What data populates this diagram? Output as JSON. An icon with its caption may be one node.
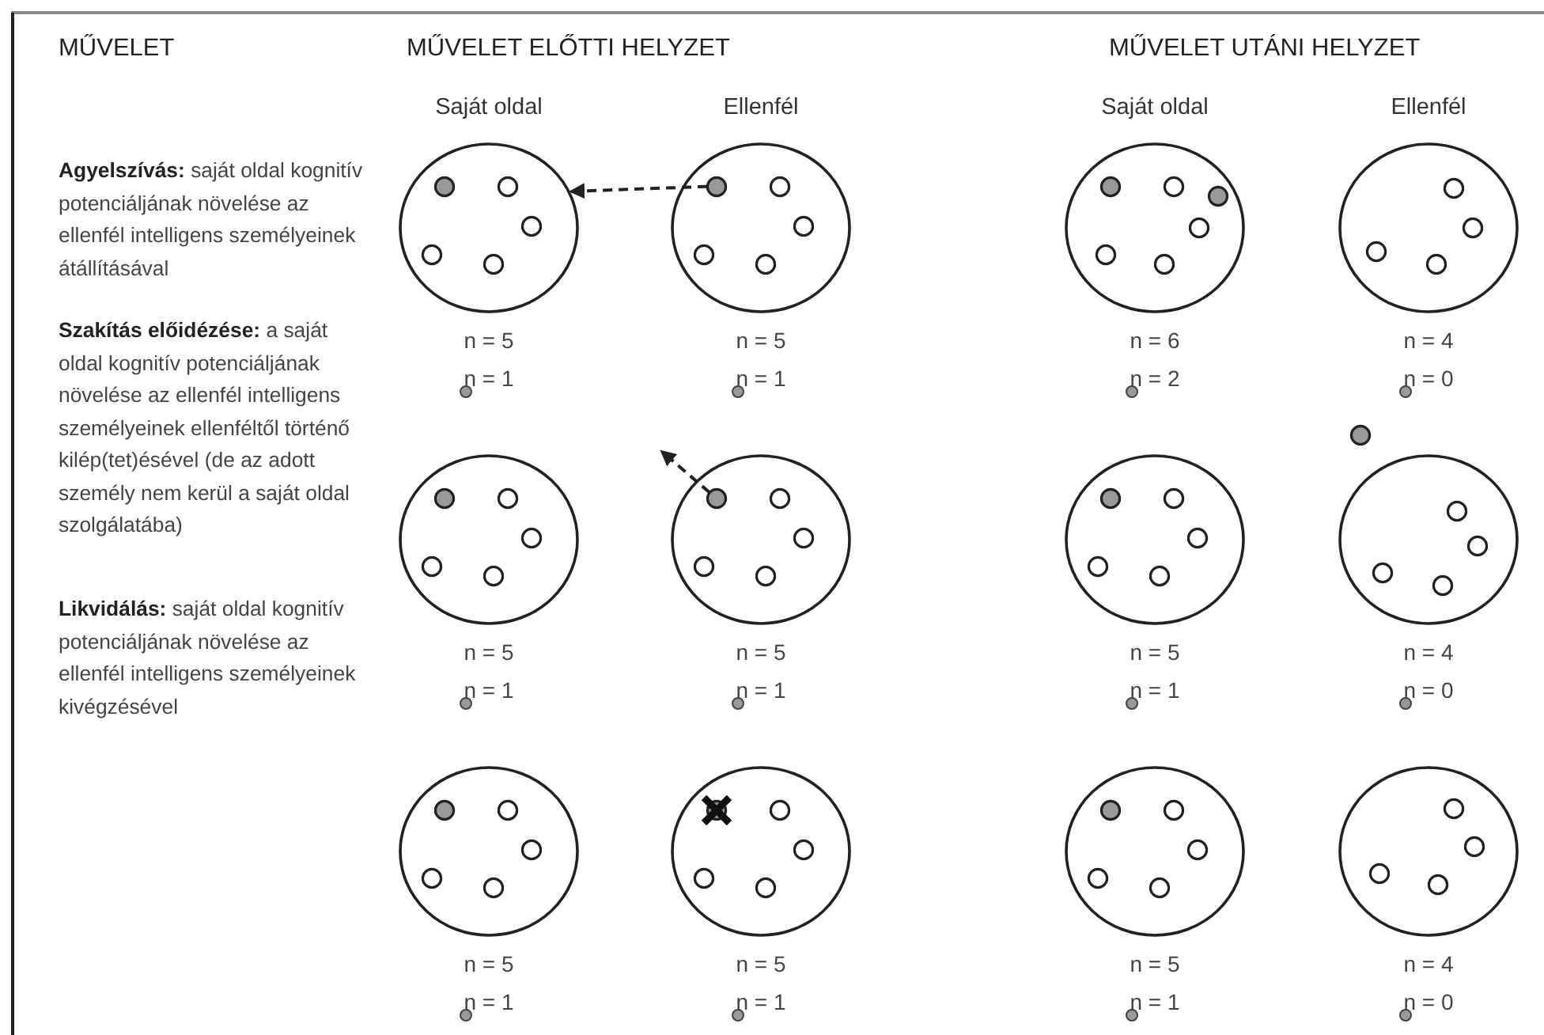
{
  "diagram": {
    "nodes": [
      {
        "text": [],
        "shape": "circle",
        "beside": [
          "n = 5",
          "n = 1"
        ]
      },
      {
        "text": [],
        "shape": "circle",
        "beside": [
          "n = 5",
          "n = 1"
        ]
      },
      {
        "text": [],
        "shape": "circle",
        "in": 1
      },
      {
        "text": [],
        "shape": "circle",
        "beside": [
          "n = 6",
          "n = 2"
        ]
      },
      {
        "text": [],
        "shape": "circle",
        "beside": [
          "n = 4",
          "n = 0"
        ]
      },
      {
        "text": [],
        "shape": "circle",
        "beside": [
          "n = 5",
          "n = 1"
        ]
      },
      {
        "text": [],
        "shape": "circle",
        "beside": [
          "n = 5",
          "n = 1"
        ]
      },
      {
        "text": [],
        "shape": "circle",
        "in": 6
      },
      {
        "text": [],
        "shape": "circle",
        "beside": [
          "n = 5",
          "n = 1"
        ]
      },
      {
        "text": [],
        "shape": "circle",
        "beside": [
          "n = 4",
          "n = 0"
        ]
      },
      {
        "text": [],
        "shape": "circle",
        "beside": [
          "n = 5",
          "n = 1"
        ]
      },
      {
        "text": [],
        "shape": "circle",
        "beside": [
          "n = 5",
          "n = 1"
        ]
      },
      {
        "text": [],
        "shape": "circle",
        "beside": [
          "n = 5",
          "n = 1"
        ]
      },
      {
        "text": [],
        "shape": "circle",
        "beside": [
          "n = 4",
          "n = 0"
        ]
      }
    ],
    "edges": [
      {
        "from": 2,
        "to": 0,
        "arrow": "to",
        "style": "dashed"
      },
      {
        "from": 7,
        "to": null,
        "arrow": "to",
        "style": "dashed"
      }
    ],
    "labels": [
      "MŰVELET",
      "MŰVELET ELŐTTI HELYZET",
      "MŰVELET UTÁNI HELYZET",
      "Saját oldal",
      "Ellenfél",
      "Saját oldal",
      "Ellenfél",
      "**Agyelszívás:** saját oldal kognitív potenciáljának növelése az ellenfél intelligens személyeinek átállításával",
      "**Szakítás előidézése:** a saját oldal kognitív potenciáljának növelése az ellenfél intelligens személyeinek ellenféltől történő kilép(tet)ésével (de az adott személy nem kerül a saját oldal szolgálatába)",
      "**Likvidálás:** saját oldal kognitív potenciáljának növelése az ellenfél intelligens személyeinek kivégzésével"
    ]
  }
}
